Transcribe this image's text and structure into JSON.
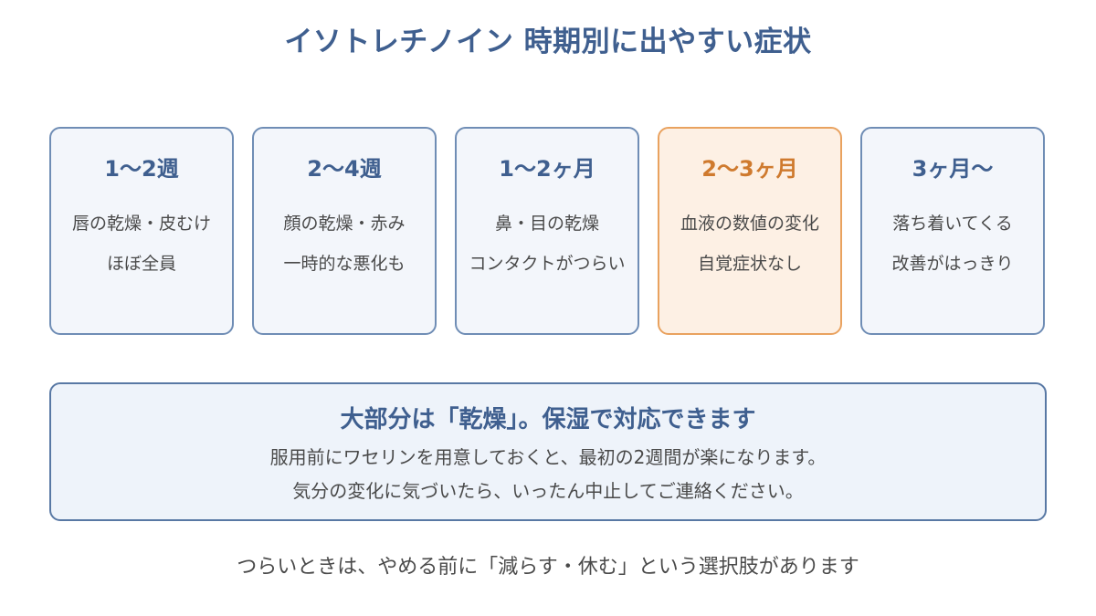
{
  "title": "イソトレチノイン 時期別に出やすい症状",
  "colors": {
    "accent": "#3f5f8f",
    "highlight": "#cf7a2e",
    "card_bg": "#f3f6fb",
    "highlight_bg": "#fdf0e4"
  },
  "stages": [
    {
      "label": "1〜2週",
      "lines": [
        "唇の乾燥・皮むけ",
        "ほぼ全員"
      ],
      "highlighted": false
    },
    {
      "label": "2〜4週",
      "lines": [
        "顔の乾燥・赤み",
        "一時的な悪化も"
      ],
      "highlighted": false
    },
    {
      "label": "1〜2ヶ月",
      "lines": [
        "鼻・目の乾燥",
        "コンタクトがつらい"
      ],
      "highlighted": false
    },
    {
      "label": "2〜3ヶ月",
      "lines": [
        "血液の数値の変化",
        "自覚症状なし"
      ],
      "highlighted": true
    },
    {
      "label": "3ヶ月〜",
      "lines": [
        "落ち着いてくる",
        "改善がはっきり"
      ],
      "highlighted": false
    }
  ],
  "summary": {
    "heading": "大部分は「乾燥」。保湿で対応できます",
    "lines": [
      "服用前にワセリンを用意しておくと、最初の2週間が楽になります。",
      "気分の変化に気づいたら、いったん中止してご連絡ください。"
    ]
  },
  "footnote": "つらいときは、やめる前に「減らす・休む」という選択肢があります"
}
